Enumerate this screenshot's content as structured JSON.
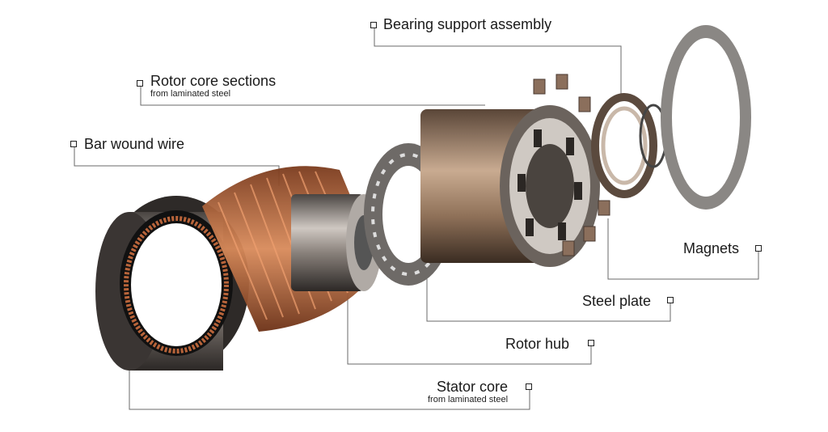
{
  "labels": {
    "bearing": {
      "title": "Bearing support assembly"
    },
    "rotor_core": {
      "title": "Rotor core sections",
      "sub": "from laminated steel"
    },
    "bar_wound": {
      "title": "Bar wound wire"
    },
    "magnets": {
      "title": "Magnets"
    },
    "steel_plate": {
      "title": "Steel plate"
    },
    "rotor_hub": {
      "title": "Rotor hub"
    },
    "stator_core": {
      "title": "Stator core",
      "sub": "from laminated steel"
    }
  },
  "icons": {
    "label_marker": "square-marker-icon"
  },
  "colors": {
    "copper": "#b8643a",
    "steel": "#8c8a88",
    "dark_steel": "#3e3a37",
    "leader_line": "#6a6a6a"
  }
}
